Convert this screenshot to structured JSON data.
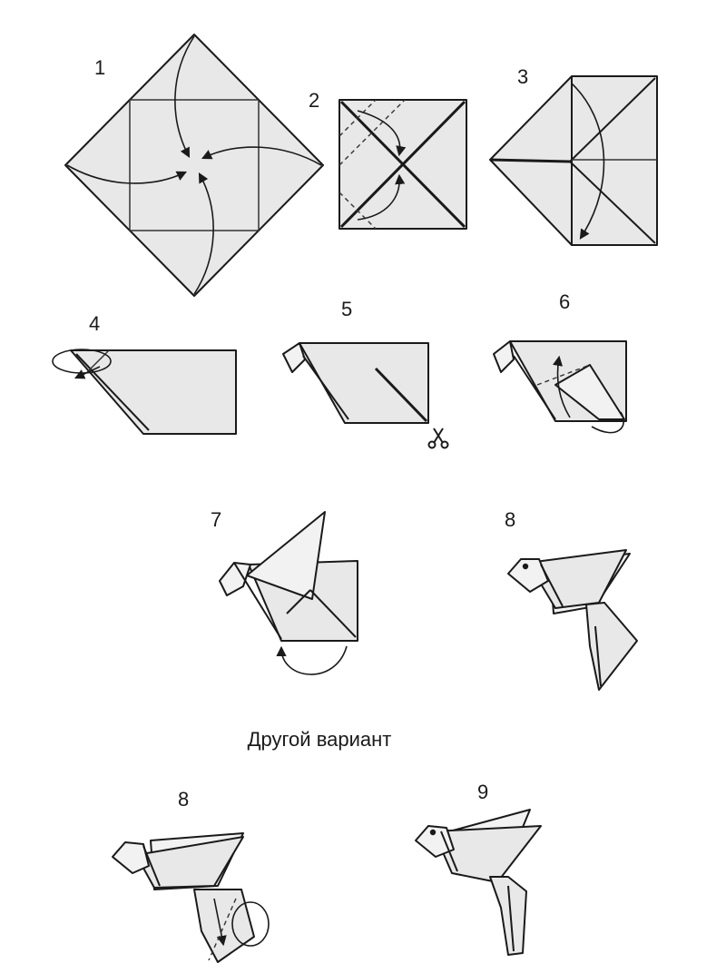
{
  "steps": [
    {
      "label": "1"
    },
    {
      "label": "2"
    },
    {
      "label": "3"
    },
    {
      "label": "4"
    },
    {
      "label": "5"
    },
    {
      "label": "6"
    },
    {
      "label": "7"
    },
    {
      "label": "8"
    },
    {
      "label": "8"
    },
    {
      "label": "9"
    }
  ],
  "caption": "Другой вариант"
}
